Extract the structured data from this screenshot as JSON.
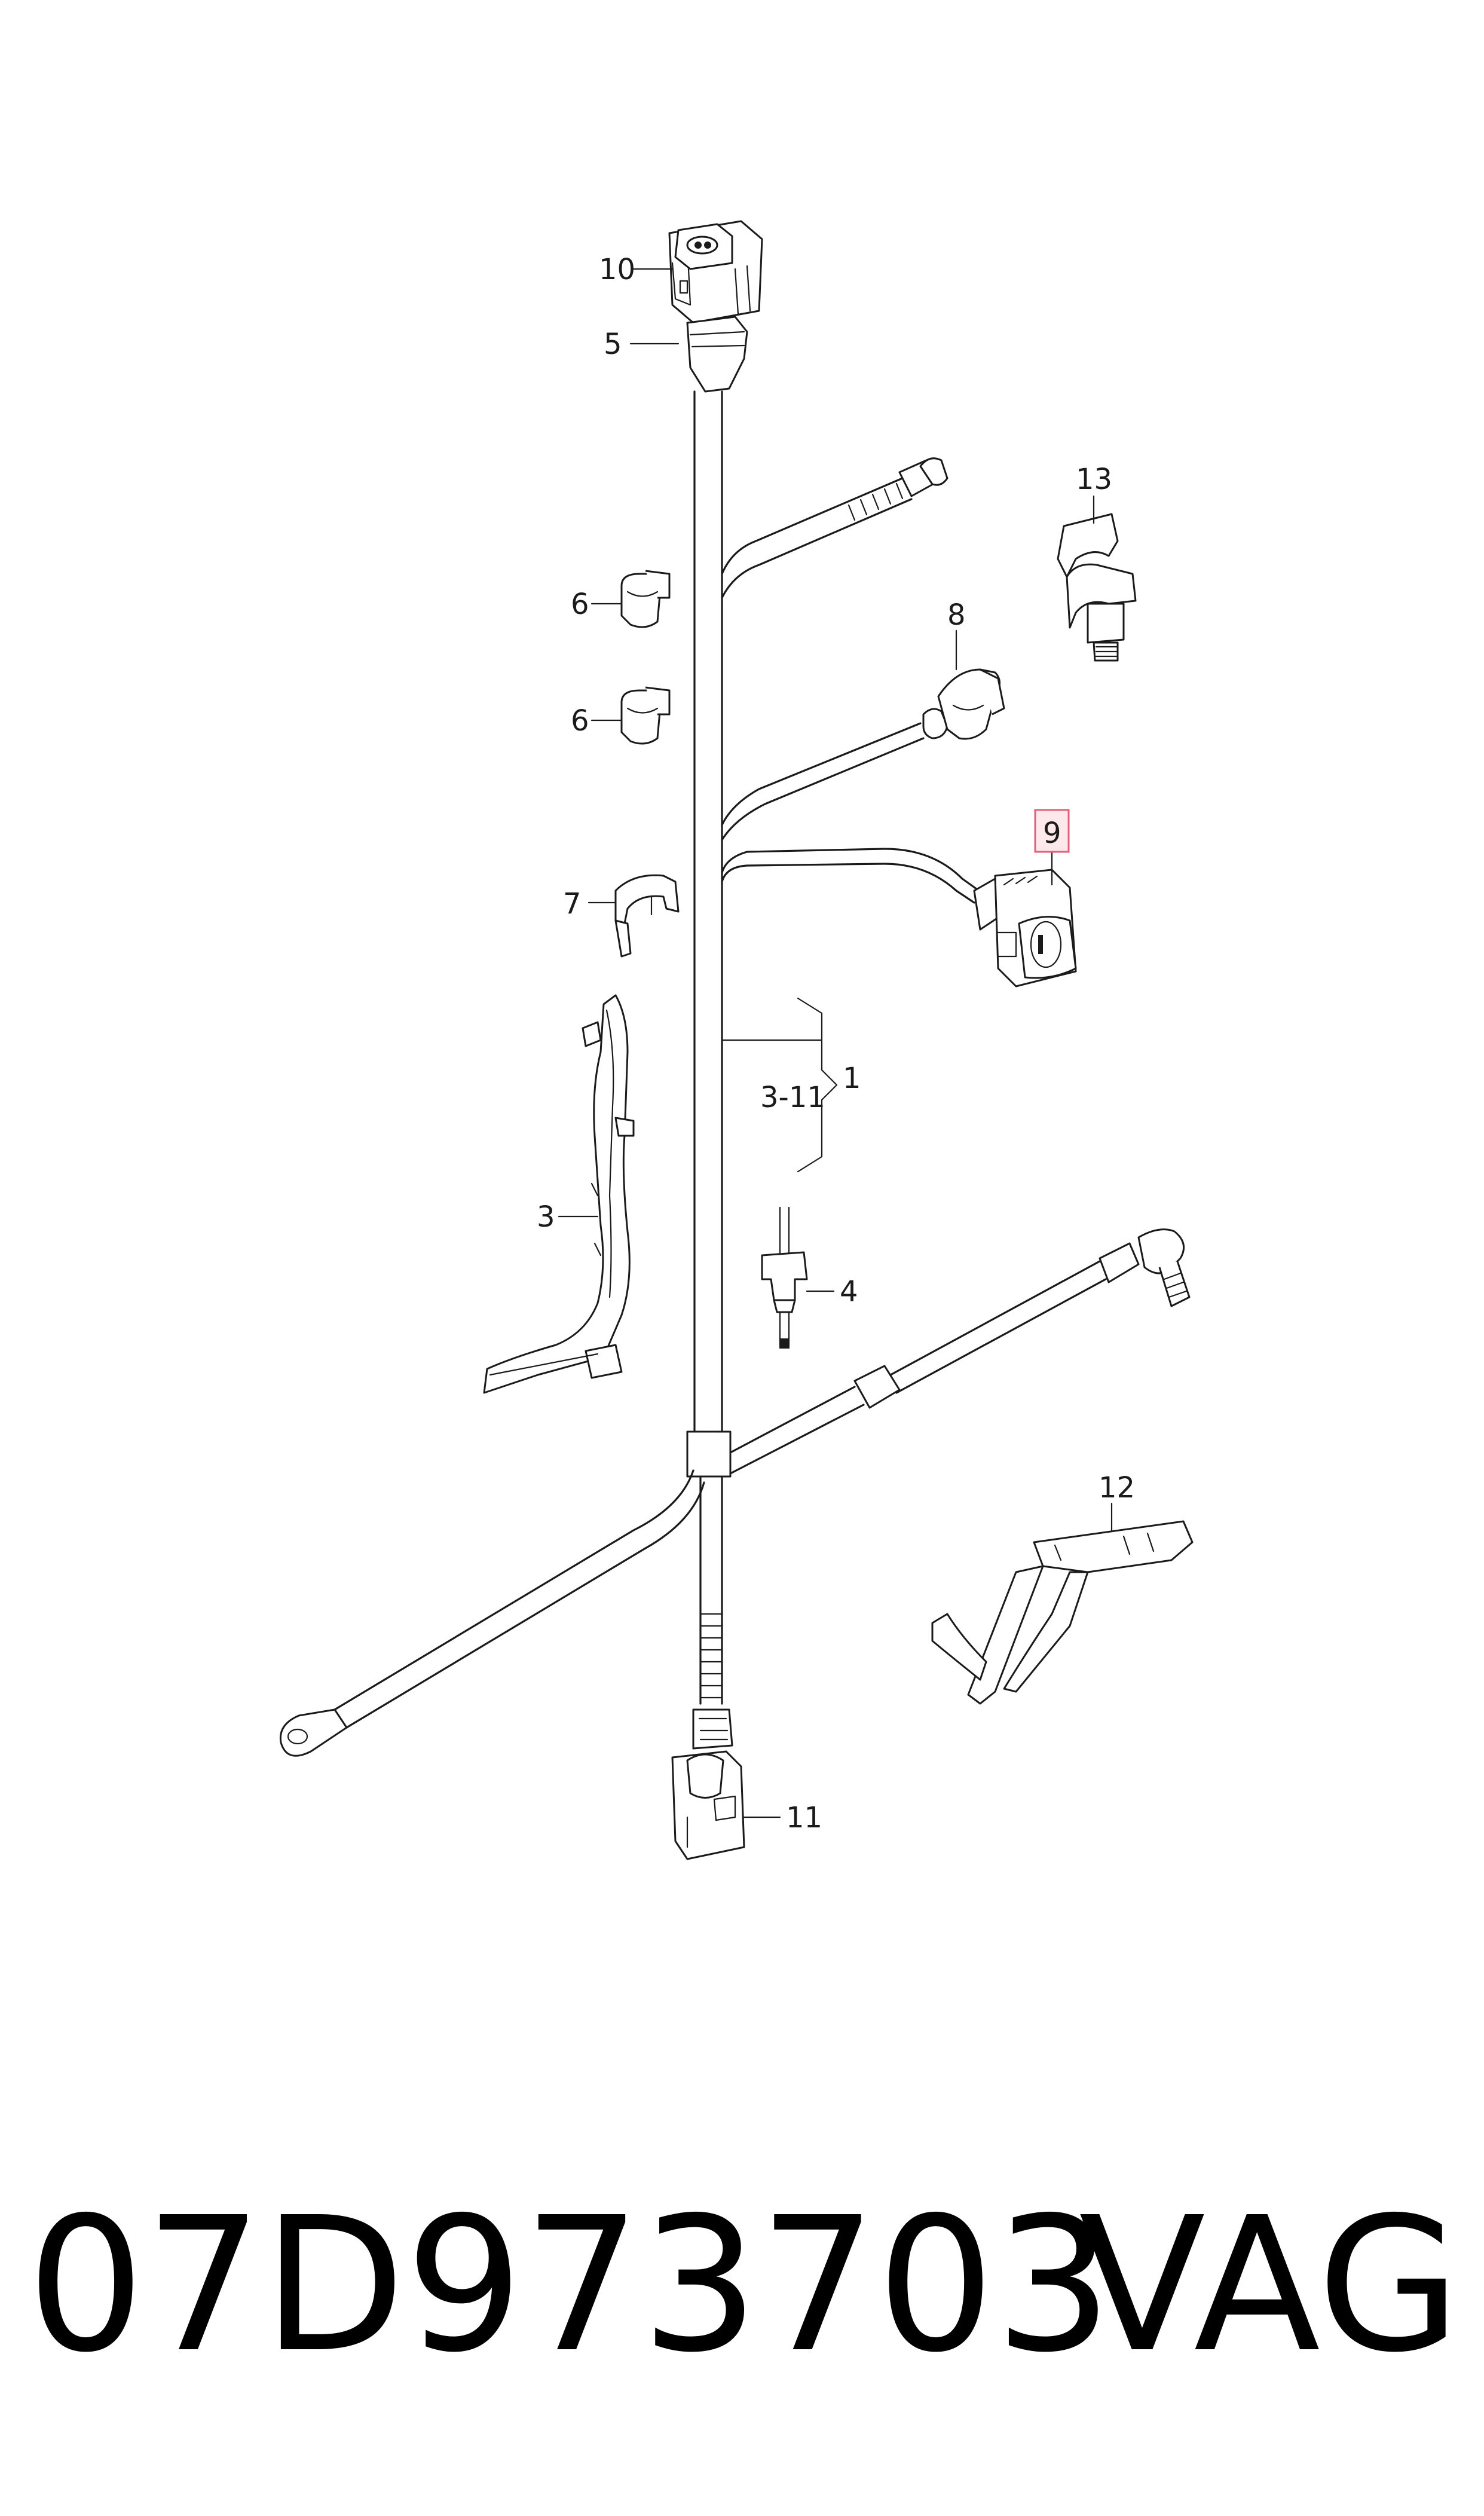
{
  "callouts": {
    "c1": "1",
    "c3": "3",
    "c3_11": "3-11",
    "c4": "4",
    "c5": "5",
    "c6a": "6",
    "c6b": "6",
    "c7": "7",
    "c8": "8",
    "c9": "9",
    "c10": "10",
    "c11": "11",
    "c12": "12",
    "c13": "13"
  },
  "footer": {
    "part_number": "07D973703",
    "brand": "VAG"
  },
  "colors": {
    "line": "#1a1a1a",
    "highlight_fill": "#fde8ec",
    "highlight_stroke": "#e0607a"
  }
}
